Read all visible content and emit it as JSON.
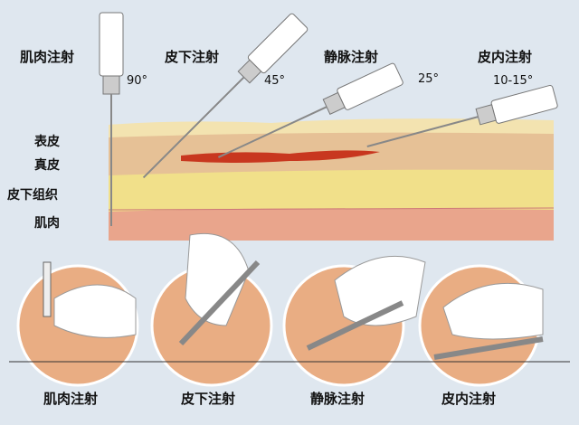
{
  "top_labels": [
    {
      "name": "肌肉注射",
      "angle": "90°"
    },
    {
      "name": "皮下注射",
      "angle": "45°"
    },
    {
      "name": "静脉注射",
      "angle": "25°"
    },
    {
      "name": "皮内注射",
      "angle": "10-15°"
    }
  ],
  "layers": [
    "表皮",
    "真皮",
    "皮下组织",
    "肌肉"
  ],
  "bottom_labels": [
    "肌肉注射",
    "皮下注射",
    "静脉注射",
    "皮内注射"
  ],
  "colors": {
    "background": "#dfe7ef",
    "epidermis": "#f1dba0",
    "dermis": "#e9c99a",
    "subcutaneous": "#f1e08a",
    "muscle": "#e9a58c",
    "vein": "#c8371f",
    "circle": "#e9ad83"
  }
}
